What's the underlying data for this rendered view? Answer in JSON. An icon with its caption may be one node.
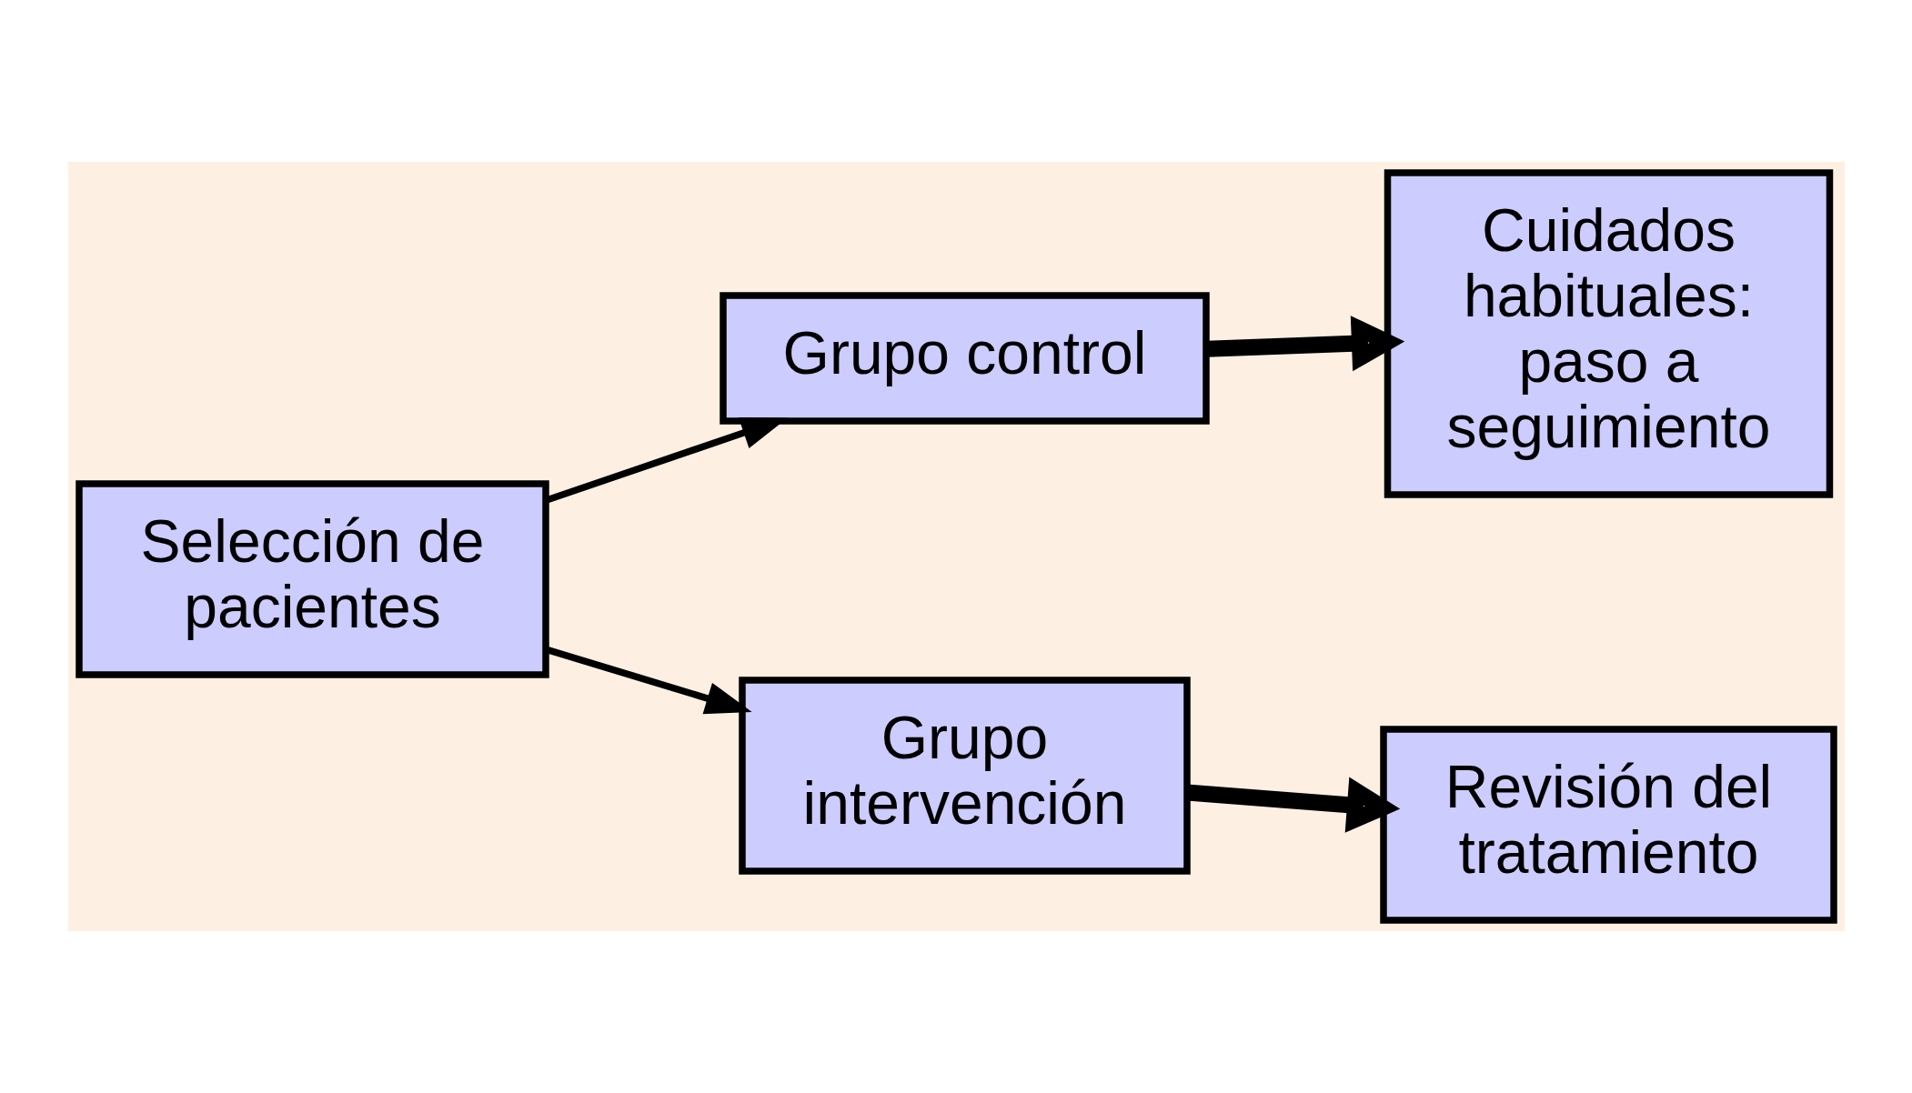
{
  "diagram": {
    "nodes": [
      {
        "text": [
          "Selección de pacientes"
        ]
      },
      {
        "text": [
          "Grupo control"
        ]
      },
      {
        "text": [
          "Cuidados habituales: paso a seguimiento"
        ]
      },
      {
        "text": [
          "Grupo intervención"
        ]
      },
      {
        "text": [
          "Revisión del tratamiento"
        ]
      }
    ],
    "edges": [
      {
        "from": 0,
        "to": 1,
        "arrow": "to"
      },
      {
        "from": 1,
        "to": 2,
        "arrow": "to",
        "style": "thick"
      },
      {
        "from": 0,
        "to": 3,
        "arrow": "to"
      },
      {
        "from": 3,
        "to": 4,
        "arrow": "to",
        "style": "thick"
      }
    ]
  }
}
